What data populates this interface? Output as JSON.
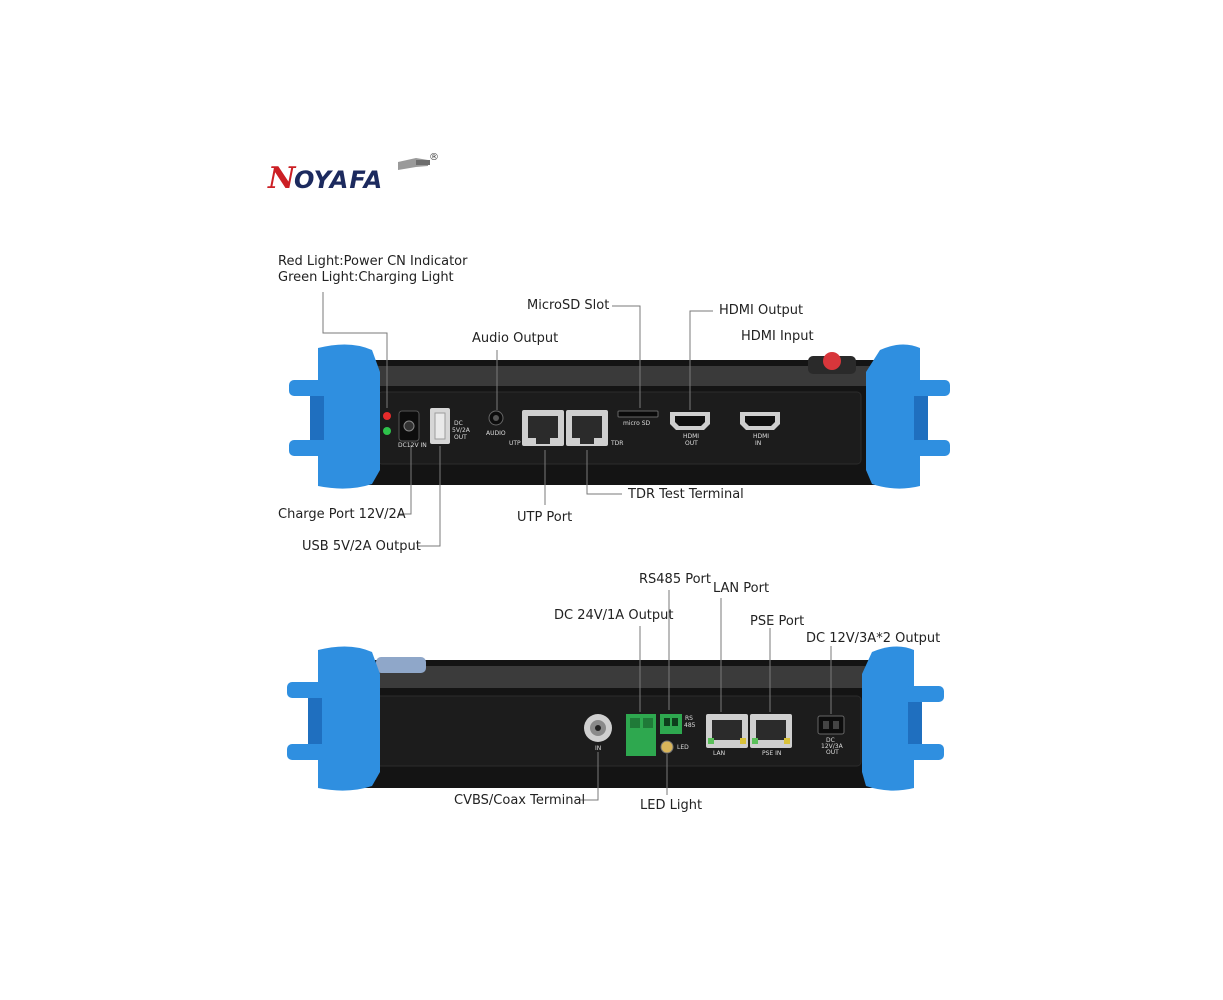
{
  "brand": {
    "logo_text": "NOYAFA",
    "trademark": "®",
    "colors": {
      "red": "#cc1f24",
      "navy": "#1c2a5e",
      "gray": "#9a9a9a"
    }
  },
  "device_colors": {
    "bumper": "#2f8fe0",
    "bumper_dark": "#1f6fbf",
    "body": "#141414",
    "panel": "#1c1c1c",
    "port_metal": "#cfcfcf",
    "terminal_green": "#2ea84f"
  },
  "top_panel": {
    "callouts": {
      "indicator_line1": "Red Light:Power CN Indicator",
      "indicator_line2": "Green Light:Charging Light",
      "microsd": "MicroSD Slot",
      "hdmi_output": "HDMI Output",
      "audio_output": "Audio Output",
      "hdmi_input": "HDMI Input",
      "charge_port": "Charge Port 12V/2A",
      "usb_output": "USB 5V/2A Output",
      "utp_port": "UTP Port",
      "tdr_terminal": "TDR Test Terminal"
    },
    "port_labels": {
      "dc_in": "DC12V IN",
      "usb_l1": "DC",
      "usb_l2": "5V/2A",
      "usb_l3": "OUT",
      "audio": "AUDIO",
      "utp": "UTP",
      "tdr": "TDR",
      "microsd": "micro SD",
      "hdmi_out_l1": "HDMI",
      "hdmi_out_l2": "OUT",
      "hdmi_in_l1": "HDMI",
      "hdmi_in_l2": "IN"
    }
  },
  "bottom_panel": {
    "callouts": {
      "rs485": "RS485 Port",
      "lan": "LAN Port",
      "dc24": "DC 24V/1A Output",
      "pse": "PSE Port",
      "dc12": "DC 12V/3A*2 Output",
      "cvbs": "CVBS/Coax Terminal",
      "led": "LED Light"
    },
    "port_labels": {
      "bnc": "IN",
      "rs_l1": "RS",
      "rs_l2": "485",
      "led": "LED",
      "lan": "LAN",
      "pse": "PSE IN",
      "dc_l1": "DC",
      "dc_l2": "12V/3A",
      "dc_l3": "OUT"
    }
  }
}
